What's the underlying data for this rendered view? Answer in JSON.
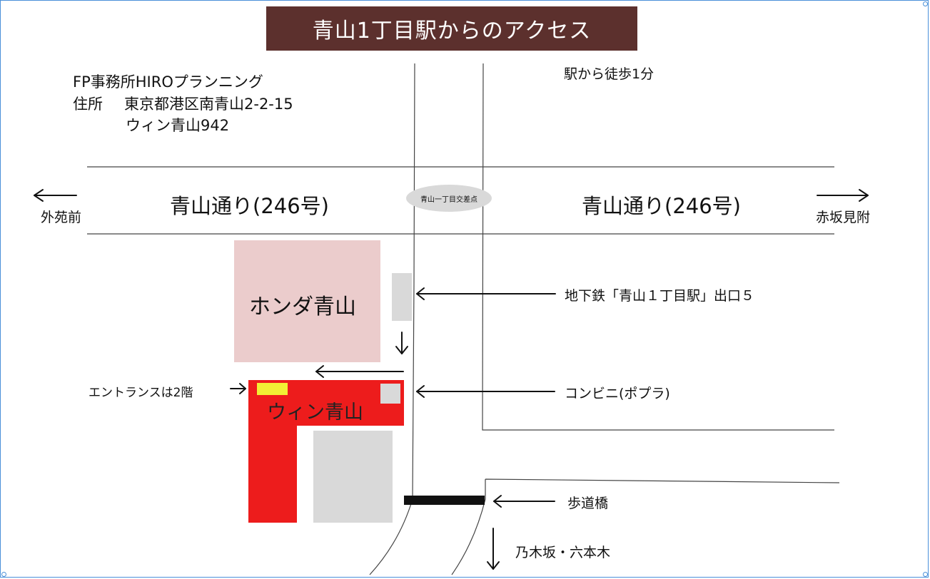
{
  "title": "青山1丁目駅からのアクセス",
  "office": {
    "name": "FP事務所HIROプランニング",
    "address_label": "住所",
    "address_line1": "東京都港区南青山2-2-15",
    "address_line2": "ウィン青山942"
  },
  "walk_time": "駅から徒歩1分",
  "roads": {
    "left_label": "青山通り(246号)",
    "right_label": "青山通り(246号)",
    "intersection": "青山一丁目交差点"
  },
  "directions": {
    "west": "外苑前",
    "east": "赤坂見附",
    "south": "乃木坂・六本木"
  },
  "buildings": {
    "honda": "ホンダ青山",
    "win": "ウィン青山"
  },
  "annotations": {
    "subway_exit": "地下鉄「青山１丁目駅」出口５",
    "convenience_store": "コンビニ(ポプラ)",
    "entrance": "エントランスは2階",
    "footbridge": "歩道橋"
  },
  "colors": {
    "title_bg": "#5c302d",
    "honda_block": "#ebcccc",
    "win_block": "#ed1c1c",
    "entrance_marker": "#f2ef35",
    "gray_block": "#d9d9d9",
    "intersection_ellipse": "#d9d9d9"
  }
}
